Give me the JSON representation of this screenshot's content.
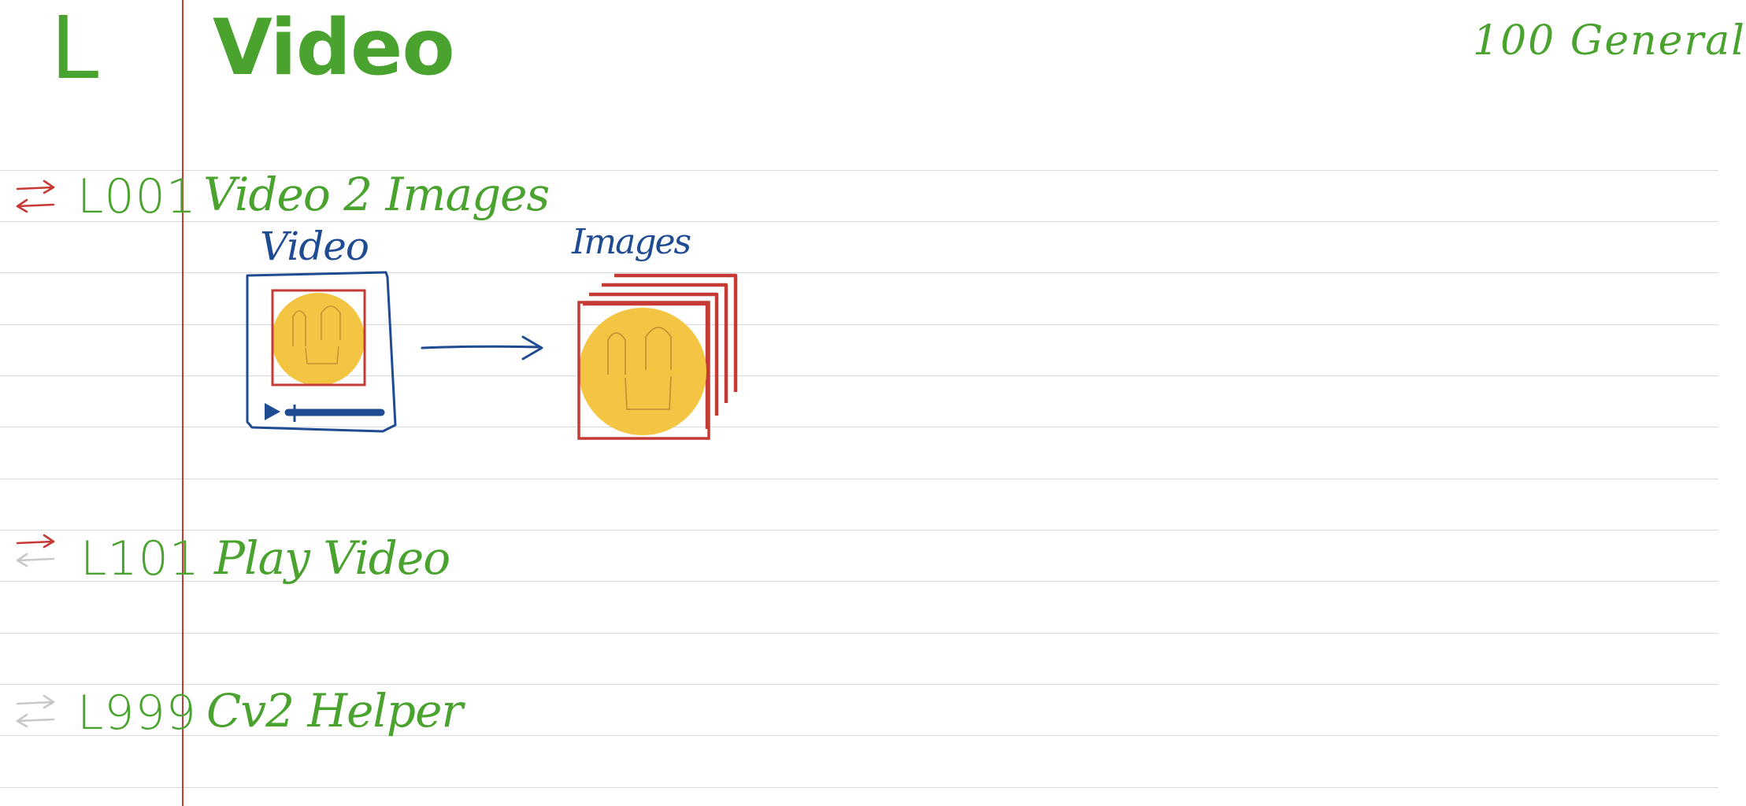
{
  "header": {
    "section_letter": "L",
    "section_title": "Video",
    "category": "100  General"
  },
  "entries": [
    {
      "code": "L001",
      "title": "Video 2 Images",
      "link_out": true,
      "link_in": true
    },
    {
      "code": "L101",
      "title": "Play Video",
      "link_out": true,
      "link_in": false
    },
    {
      "code": "L999",
      "title": "Cv2 Helper",
      "link_out": false,
      "link_in": false
    }
  ],
  "diagram": {
    "video_label": "Video",
    "images_label": "Images"
  },
  "colors": {
    "ink_green": "#4aa22f",
    "ink_blue": "#1f4b92",
    "ink_red": "#c63a36",
    "face_yellow": "#f4c542",
    "ruled_line": "#d9d9d9",
    "inactive_arrow": "#c8c8c8"
  },
  "icons": {
    "link_arrows": "double-arrow-icon",
    "play": "play-icon",
    "transform_arrow": "right-arrow-icon",
    "face": "smiley-face-icon"
  }
}
